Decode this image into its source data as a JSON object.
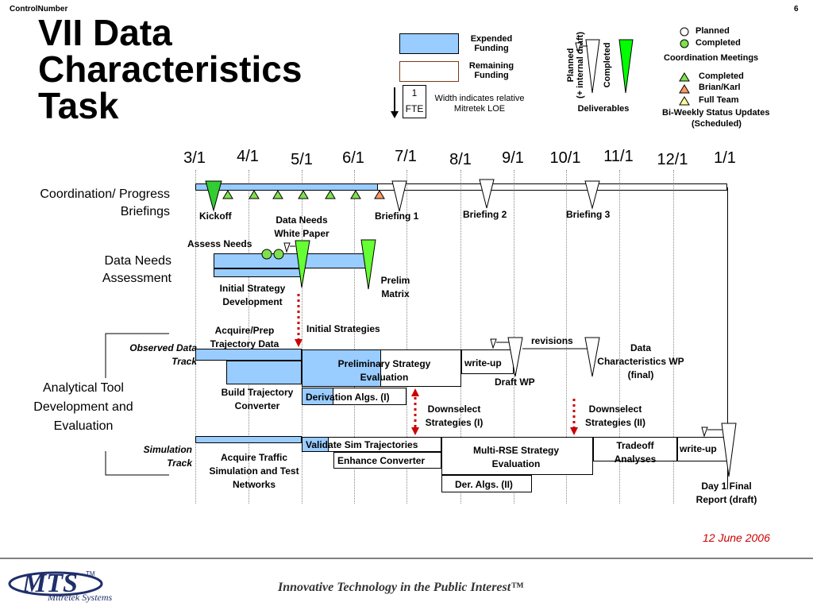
{
  "header": {
    "control": "ControlNumber",
    "page": "6"
  },
  "title": "VII Data Characteristics Task",
  "legend": {
    "expended": "Expended Funding",
    "remaining": "Remaining Funding",
    "fte_value": "1",
    "fte_unit": "FTE",
    "width_note": "Width indicates relative Mitretek LOE",
    "planned_rot": "Planned",
    "planned_rot2": "(+ internal draft)",
    "completed_rot": "Completed",
    "deliverables": "Deliverables",
    "cm_planned": "Planned",
    "cm_completed": "Completed",
    "coord_meetings": "Coordination Meetings",
    "tri_completed": "Completed",
    "tri_brian": "Brian/Karl",
    "tri_full": "Full Team",
    "biweekly": "Bi-Weekly Status Updates",
    "scheduled": "(Scheduled)"
  },
  "months": [
    "3/1",
    "4/1",
    "5/1",
    "6/1",
    "7/1",
    "8/1",
    "9/1",
    "10/1",
    "11/1",
    "12/1",
    "1/1"
  ],
  "rows": {
    "coord": "Coordination/ Progress Briefings",
    "needs": "Data Needs Assessment",
    "tool": "Analytical Tool Development and Evaluation",
    "observed": "Observed Data Track",
    "simulation": "Simulation Track"
  },
  "labels": {
    "kickoff": "Kickoff",
    "dnwp": "Data Needs White Paper",
    "briefing1": "Briefing 1",
    "briefing2": "Briefing 2",
    "briefing3": "Briefing 3",
    "assess": "Assess Needs",
    "prelim": "Prelim Matrix",
    "isd": "Initial Strategy Development",
    "initial_strats": "Initial Strategies",
    "acquire_prep": "Acquire/Prep Trajectory Data",
    "pse": "Preliminary Strategy Evaluation",
    "writeup1": "write-up",
    "revisions": "revisions",
    "dcwp": "Data Characteristics WP (final)",
    "draftwp": "Draft WP",
    "build_traj": "Build Trajectory Converter",
    "deriv1": "Derivation Algs. (I)",
    "downsel1": "Downselect Strategies (I)",
    "downsel2": "Downselect Strategies (II)",
    "acquire_sim": "Acquire Traffic Simulation and Test Networks",
    "validate": "Validate Sim Trajectories",
    "enhance": "Enhance Converter",
    "multirse": "Multi-RSE Strategy Evaluation",
    "deriv2": "Der. Algs. (II)",
    "tradeoff": "Tradeoff Analyses",
    "writeup2": "write-up",
    "day1": "Day 1 Final Report (draft)"
  },
  "footer": {
    "date": "12 June 2006",
    "logo": "MTS",
    "tm": "TM",
    "company": "Mitretek Systems",
    "tagline": "Innovative Technology in the Public Interest™"
  },
  "colors": {
    "expended": "#99ccff",
    "completed_green": "#00ff00",
    "prelim_green": "#66ff33",
    "accent_red": "#cc0000",
    "logo_navy": "#1f2f6b"
  }
}
